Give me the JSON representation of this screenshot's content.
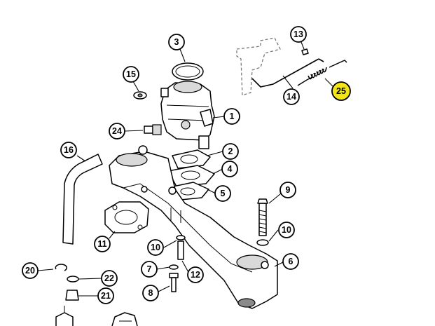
{
  "highlight_color": "#f2e61a",
  "callouts": [
    {
      "id": "c1",
      "label": "1"
    },
    {
      "id": "c2",
      "label": "2"
    },
    {
      "id": "c3",
      "label": "3"
    },
    {
      "id": "c4",
      "label": "4"
    },
    {
      "id": "c5",
      "label": "5"
    },
    {
      "id": "c6",
      "label": "6"
    },
    {
      "id": "c7",
      "label": "7"
    },
    {
      "id": "c8",
      "label": "8"
    },
    {
      "id": "c9",
      "label": "9"
    },
    {
      "id": "c10a",
      "label": "10"
    },
    {
      "id": "c10b",
      "label": "10"
    },
    {
      "id": "c11",
      "label": "11"
    },
    {
      "id": "c12",
      "label": "12"
    },
    {
      "id": "c13",
      "label": "13"
    },
    {
      "id": "c14",
      "label": "14"
    },
    {
      "id": "c15",
      "label": "15"
    },
    {
      "id": "c16",
      "label": "16"
    },
    {
      "id": "c20",
      "label": "20"
    },
    {
      "id": "c21",
      "label": "21"
    },
    {
      "id": "c22",
      "label": "22"
    },
    {
      "id": "c24",
      "label": "24"
    },
    {
      "id": "c25",
      "label": "25",
      "highlighted": true
    }
  ]
}
